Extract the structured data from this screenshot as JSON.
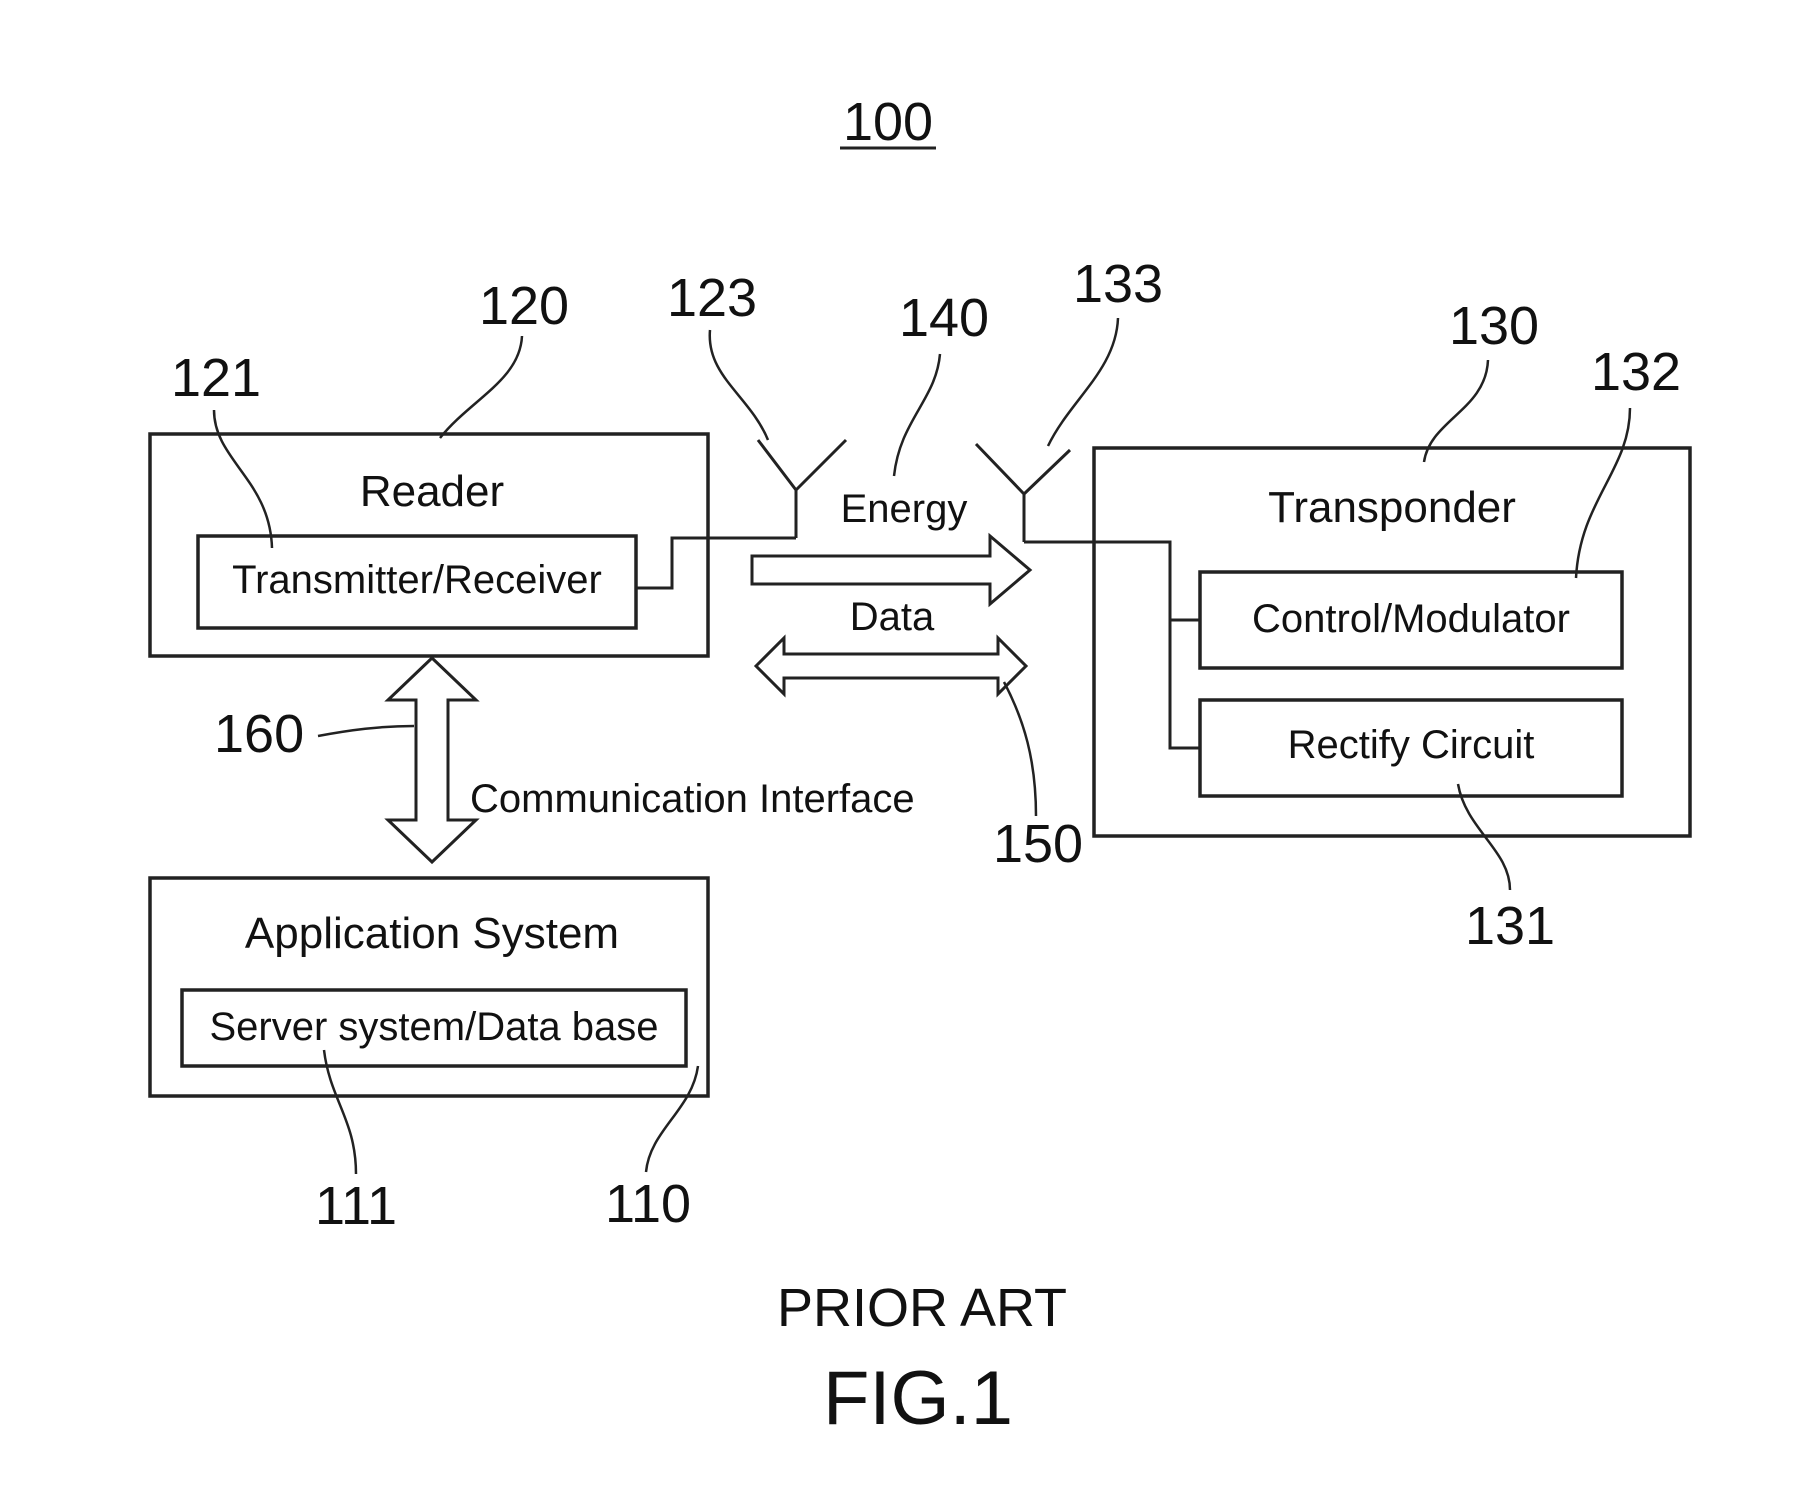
{
  "figure": {
    "number_label": "100",
    "caption_prior_art": "PRIOR ART",
    "caption_fig": "FIG.1"
  },
  "blocks": {
    "reader": {
      "label": "Reader",
      "ref": "120"
    },
    "transmitter_receiver": {
      "label": "Transmitter/Receiver",
      "ref": "121"
    },
    "transponder": {
      "label": "Transponder",
      "ref": "130"
    },
    "control_modulator": {
      "label": "Control/Modulator",
      "ref": "132"
    },
    "rectify_circuit": {
      "label": "Rectify Circuit",
      "ref": "131"
    },
    "application_system": {
      "label": "Application System",
      "ref": "110"
    },
    "server_database": {
      "label": "Server system/Data base",
      "ref": "111"
    }
  },
  "antennas": {
    "reader_antenna": {
      "ref": "123"
    },
    "transponder_antenna": {
      "ref": "133"
    }
  },
  "links": {
    "energy": {
      "label": "Energy",
      "ref": "140"
    },
    "data": {
      "label": "Data",
      "ref": "150"
    },
    "communication_interface": {
      "label": "Communication Interface",
      "ref": "160"
    }
  }
}
